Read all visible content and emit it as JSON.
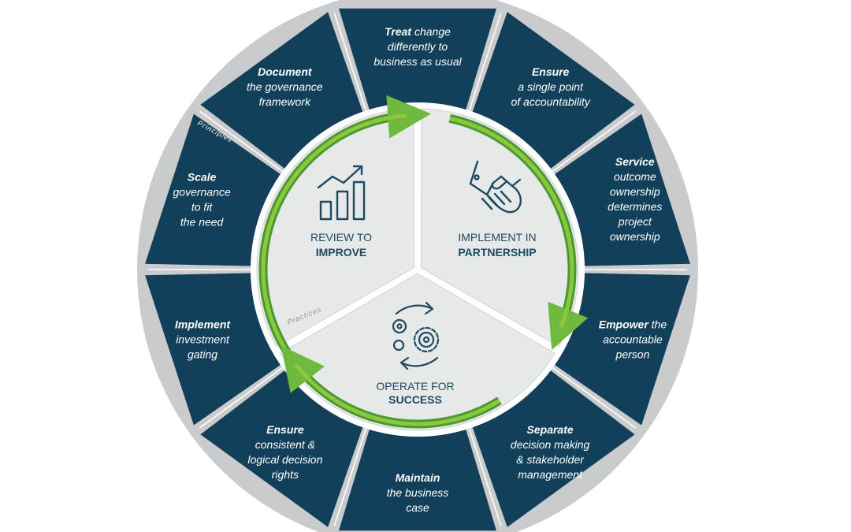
{
  "principles_label": "Principles",
  "practices_label": "Practices",
  "principles": [
    {
      "bold": "Treat",
      "lines": [
        " change",
        "differently to",
        "business as usual"
      ]
    },
    {
      "bold": "Ensure",
      "lines": [
        "a single point",
        "of accountability"
      ]
    },
    {
      "bold": "Service",
      "lines": [
        "outcome",
        "ownership",
        "determines",
        "project",
        "ownership"
      ]
    },
    {
      "bold": "Empower",
      "lines": [
        " the",
        "accountable",
        "person"
      ]
    },
    {
      "bold": "Separate",
      "lines": [
        "decision making",
        "& stakeholder",
        "management"
      ]
    },
    {
      "bold": "Maintain",
      "lines": [
        "the business",
        "case"
      ]
    },
    {
      "bold": "Ensure",
      "lines": [
        "consistent &",
        "logical decision",
        "rights"
      ]
    },
    {
      "bold": "Implement",
      "lines": [
        "investment",
        "gating"
      ]
    },
    {
      "bold": "Scale",
      "lines": [
        "governance",
        "to fit",
        "the need"
      ]
    },
    {
      "bold": "Document",
      "lines": [
        "the governance",
        "framework"
      ]
    }
  ],
  "practices": [
    {
      "line1": "REVIEW TO",
      "line2": "IMPROVE",
      "icon": "bar-chart-growth-icon"
    },
    {
      "line1": "IMPLEMENT IN",
      "line2": "PARTNERSHIP",
      "icon": "handshake-icon"
    },
    {
      "line1": "OPERATE FOR",
      "line2": "SUCCESS",
      "icon": "gears-cycle-icon"
    }
  ],
  "colors": {
    "segment": "#12405a",
    "rim": "#c9cbcc",
    "practice_fill": "#e7e8e8",
    "arrow_light": "#8dc63f",
    "arrow_dark": "#4a9a34",
    "text_dark": "#1c4a63",
    "divider": "#ffffff"
  }
}
